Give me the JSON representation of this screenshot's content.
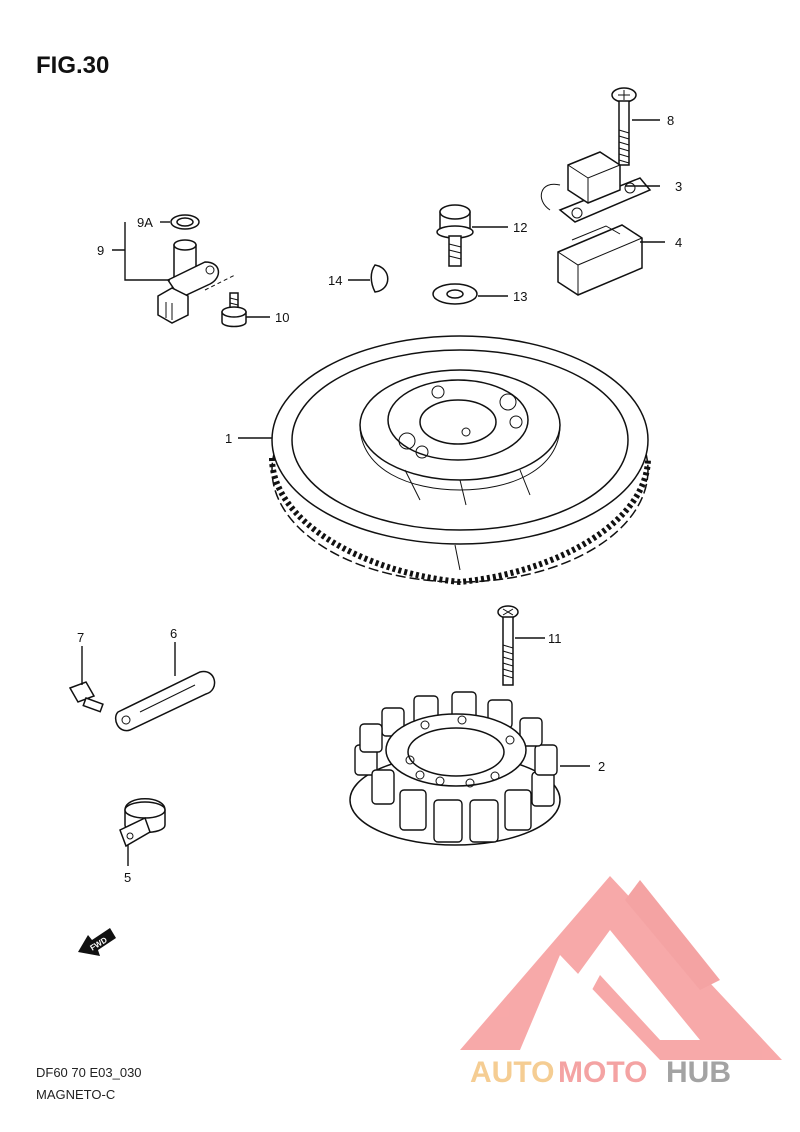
{
  "figure": {
    "title": "FIG.30"
  },
  "callouts": {
    "c1": "1",
    "c2": "2",
    "c3": "3",
    "c4": "4",
    "c5": "5",
    "c6": "6",
    "c7": "7",
    "c8": "8",
    "c9": "9",
    "c9a": "9A",
    "c10": "10",
    "c11": "11",
    "c12": "12",
    "c13": "13",
    "c14": "14"
  },
  "direction_marker": {
    "label": "FWD",
    "icon": "forward-arrow-icon"
  },
  "footer": {
    "code": "DF60 70 E03_030",
    "name": "MAGNETO-C"
  },
  "watermark": {
    "part1": "AUTO",
    "part2": "MOTO",
    "part3": "HUB",
    "colors": {
      "auto": "#f5c888",
      "moto": "#f39a9a",
      "hub": "#9a9a9a",
      "logo": "#f7a0a0"
    },
    "icon": "triangle-m-logo-icon"
  }
}
